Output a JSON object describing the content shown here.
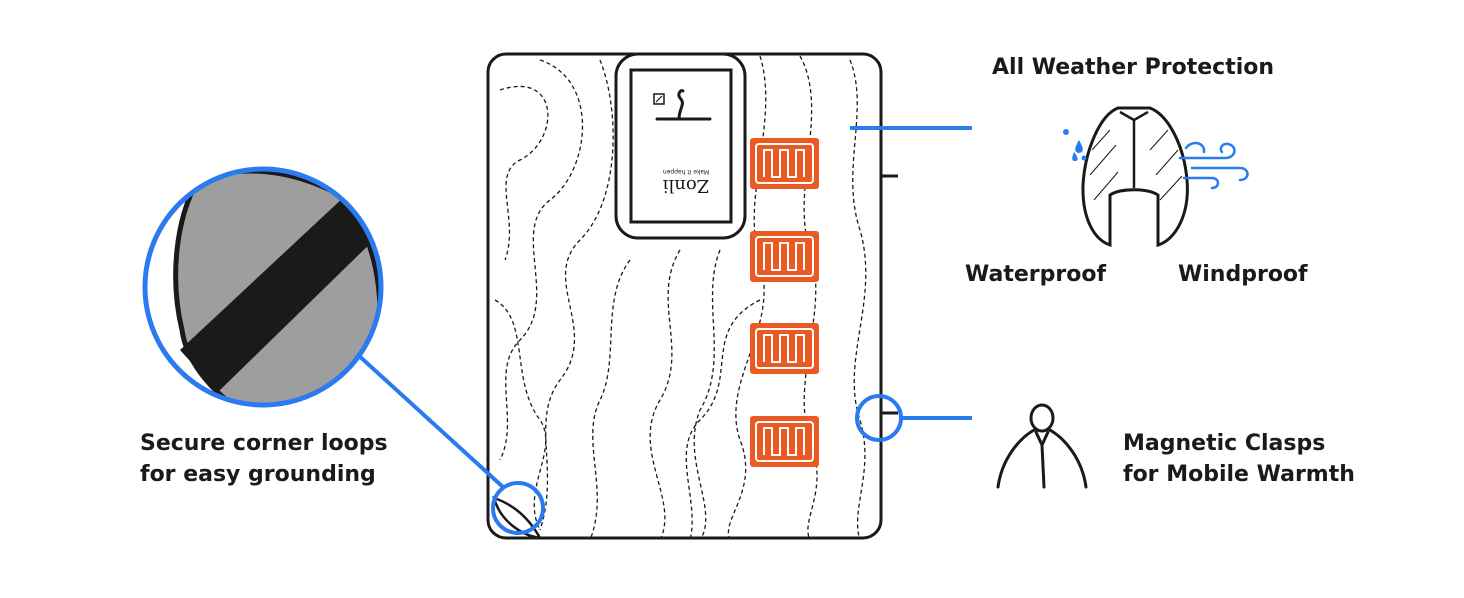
{
  "callouts": {
    "weather_title": "All Weather Protection",
    "waterproof": "Waterproof",
    "windproof": "Windproof",
    "clasps_line1": "Magnetic Clasps",
    "clasps_line2": "for Mobile Warmth",
    "loops_line1": "Secure corner loops",
    "loops_line2": "for easy grounding"
  },
  "product": {
    "tag_brand": "Zonli",
    "tag_tagline": "Make it happen"
  },
  "colors": {
    "accent_blue": "#2b7bf0",
    "heater_orange": "#ec5a24",
    "outline": "#1a1a1a",
    "loop_gray": "#9e9e9e"
  },
  "icons": {
    "drops": "water-drops-icon",
    "wind": "wind-icon",
    "shell": "jacket-shell-icon",
    "person": "person-wrapped-icon"
  }
}
